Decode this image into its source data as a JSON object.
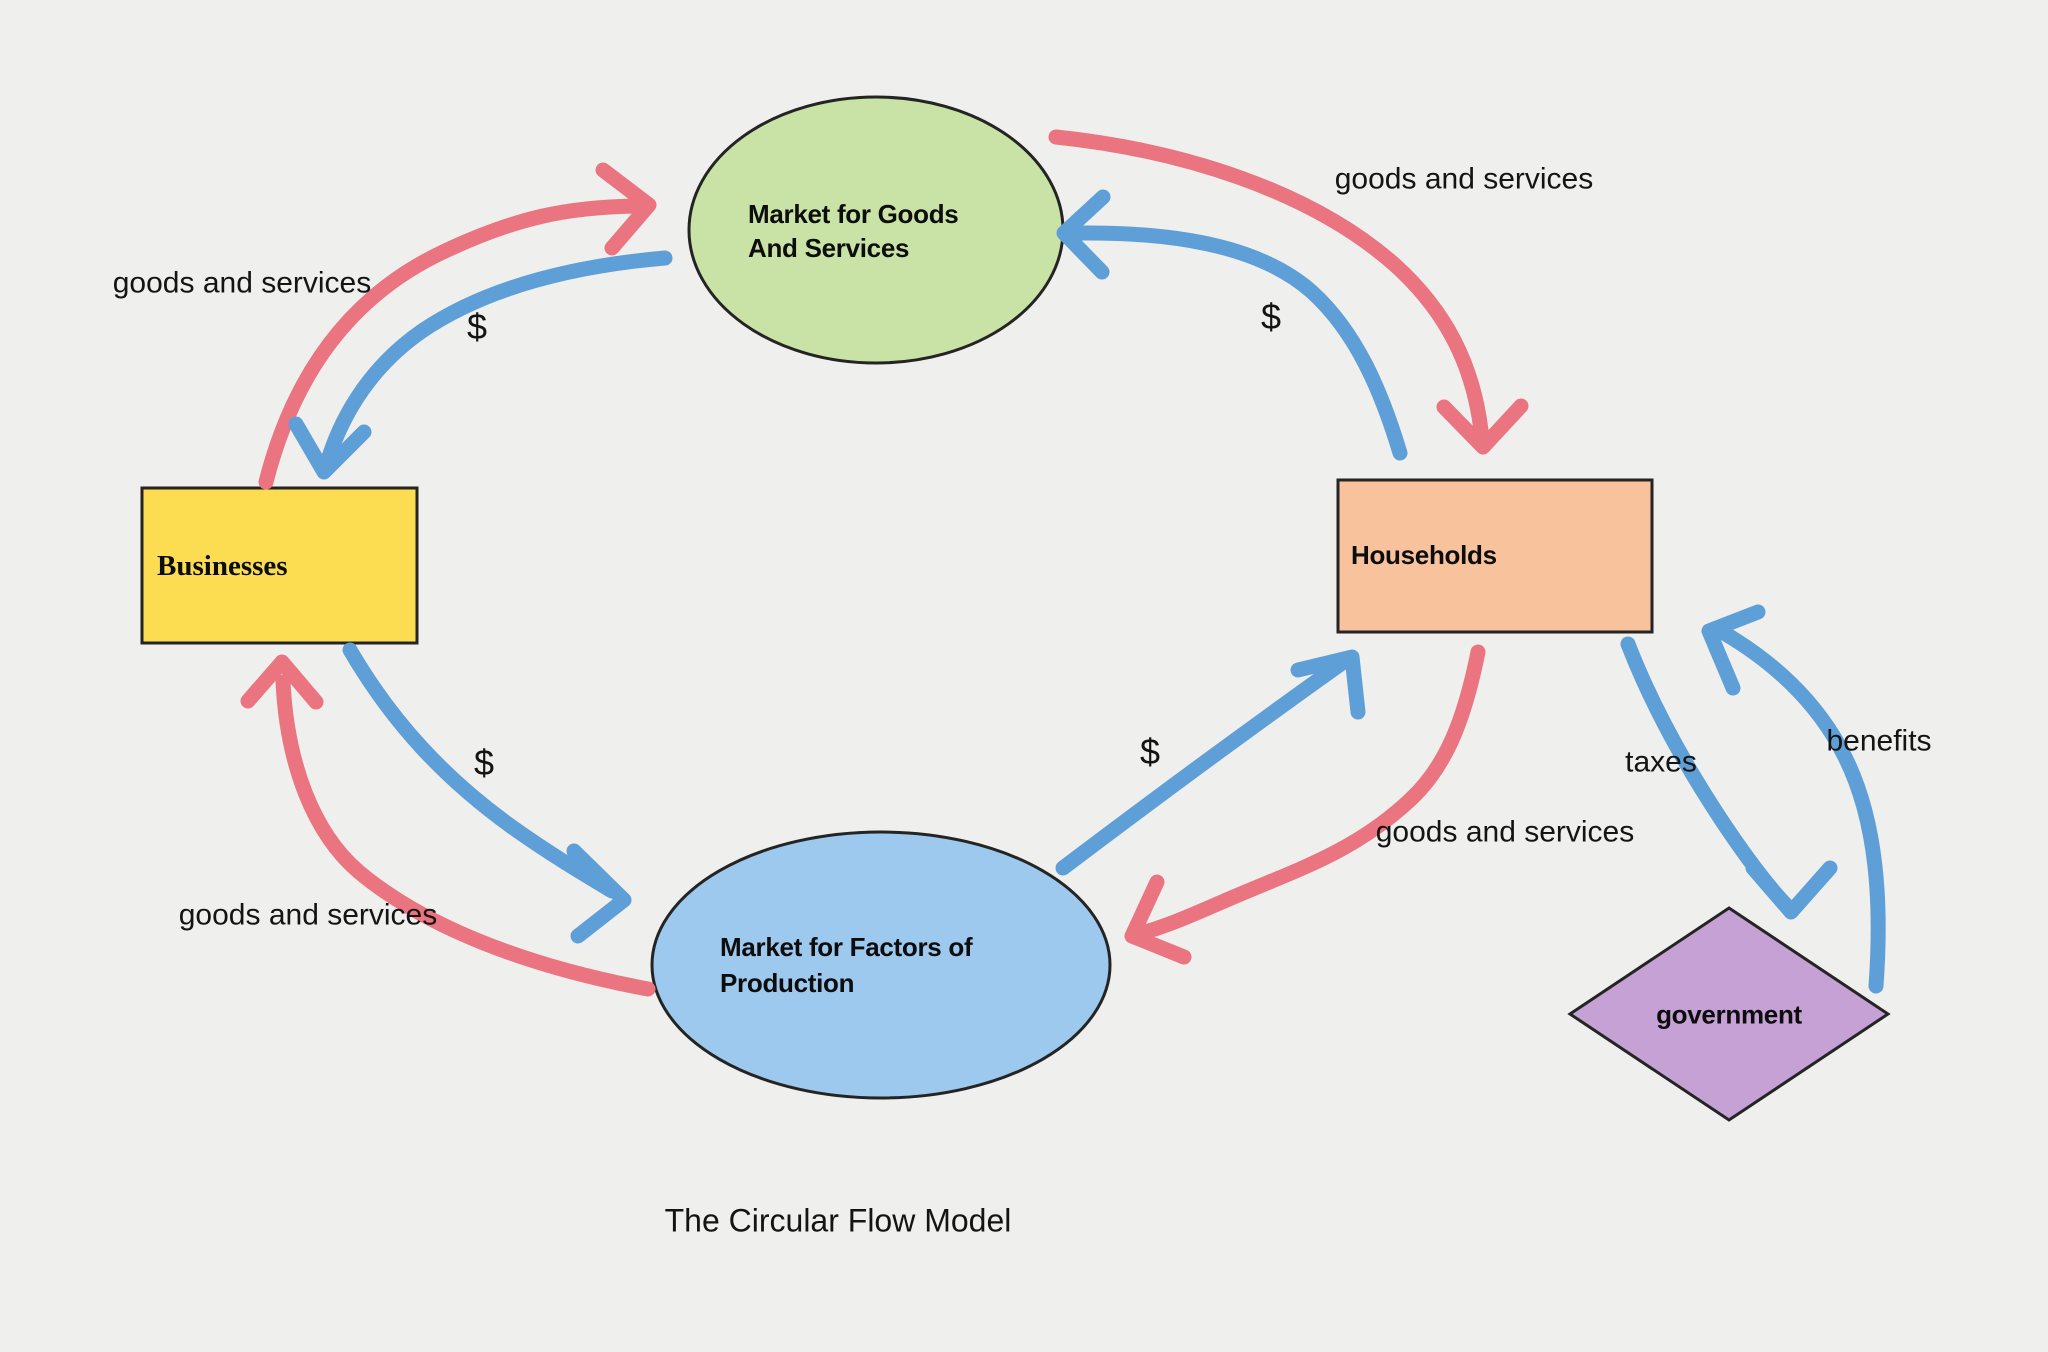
{
  "title": "The Circular Flow Model",
  "colors": {
    "bg": "#EFEFED",
    "ink": "#111111",
    "outline": "#242424",
    "red": "#EA7480",
    "blue": "#5F9FD7",
    "green": "#C9E3A6",
    "yellow": "#FCDC51",
    "peach": "#F8C29C",
    "lightblue": "#9CC9ED",
    "purple": "#C5A1D6"
  },
  "nodes": {
    "market_goods": {
      "line1": "Market for Goods",
      "line2": "And Services"
    },
    "businesses": {
      "label": "Businesses"
    },
    "households": {
      "label": "Households"
    },
    "market_factors": {
      "line1": "Market for Factors of",
      "line2": "Production"
    },
    "government": {
      "label": "government"
    }
  },
  "flow_labels": {
    "goods_services_top_left": "goods and services",
    "goods_services_top_right": "goods and services",
    "goods_services_bottom_left": "goods and services",
    "goods_services_middle_right": "goods and services",
    "dollar_top_left": "$",
    "dollar_top_right": "$",
    "dollar_bottom_left": "$",
    "dollar_middle_right": "$",
    "taxes": "taxes",
    "benefits": "benefits"
  }
}
